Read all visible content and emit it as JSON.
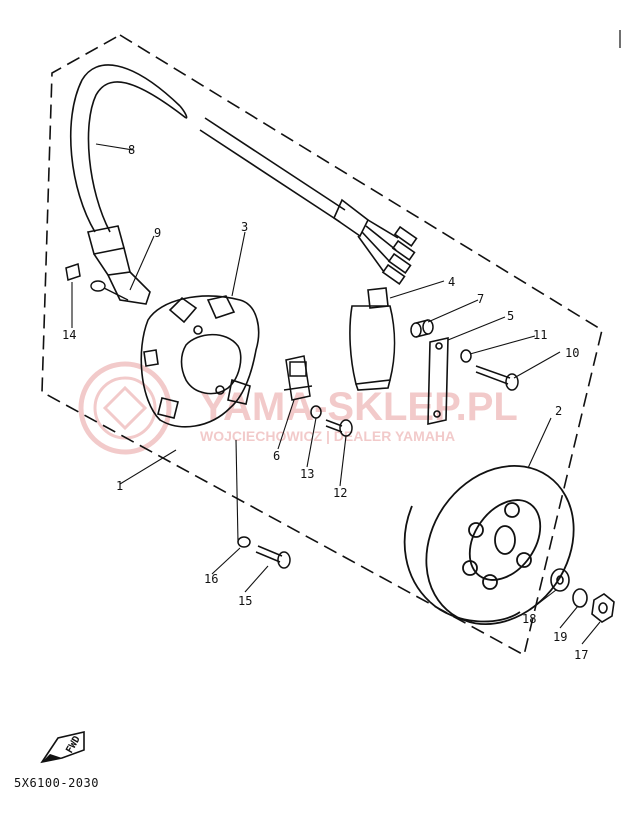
{
  "diagram_code": "5X6100-2030",
  "fwd_text": "FWD",
  "watermark": {
    "brand": "YAMA-SKLEP.PL",
    "subtitle": "WOJCIECHOWICZ | DEALER YAMAHA",
    "color": "#e8a0a0"
  },
  "ink_color": "#111111",
  "part_labels": {
    "p1": "1",
    "p2": "2",
    "p3": "3",
    "p4": "4",
    "p5": "5",
    "p6": "6",
    "p7": "7",
    "p8": "8",
    "p9": "9",
    "p11": "11",
    "p10": "10",
    "p12": "12",
    "p13": "13",
    "p14": "14",
    "p15": "15",
    "p16": "16",
    "p17": "17",
    "p18": "18",
    "p19": "19"
  }
}
